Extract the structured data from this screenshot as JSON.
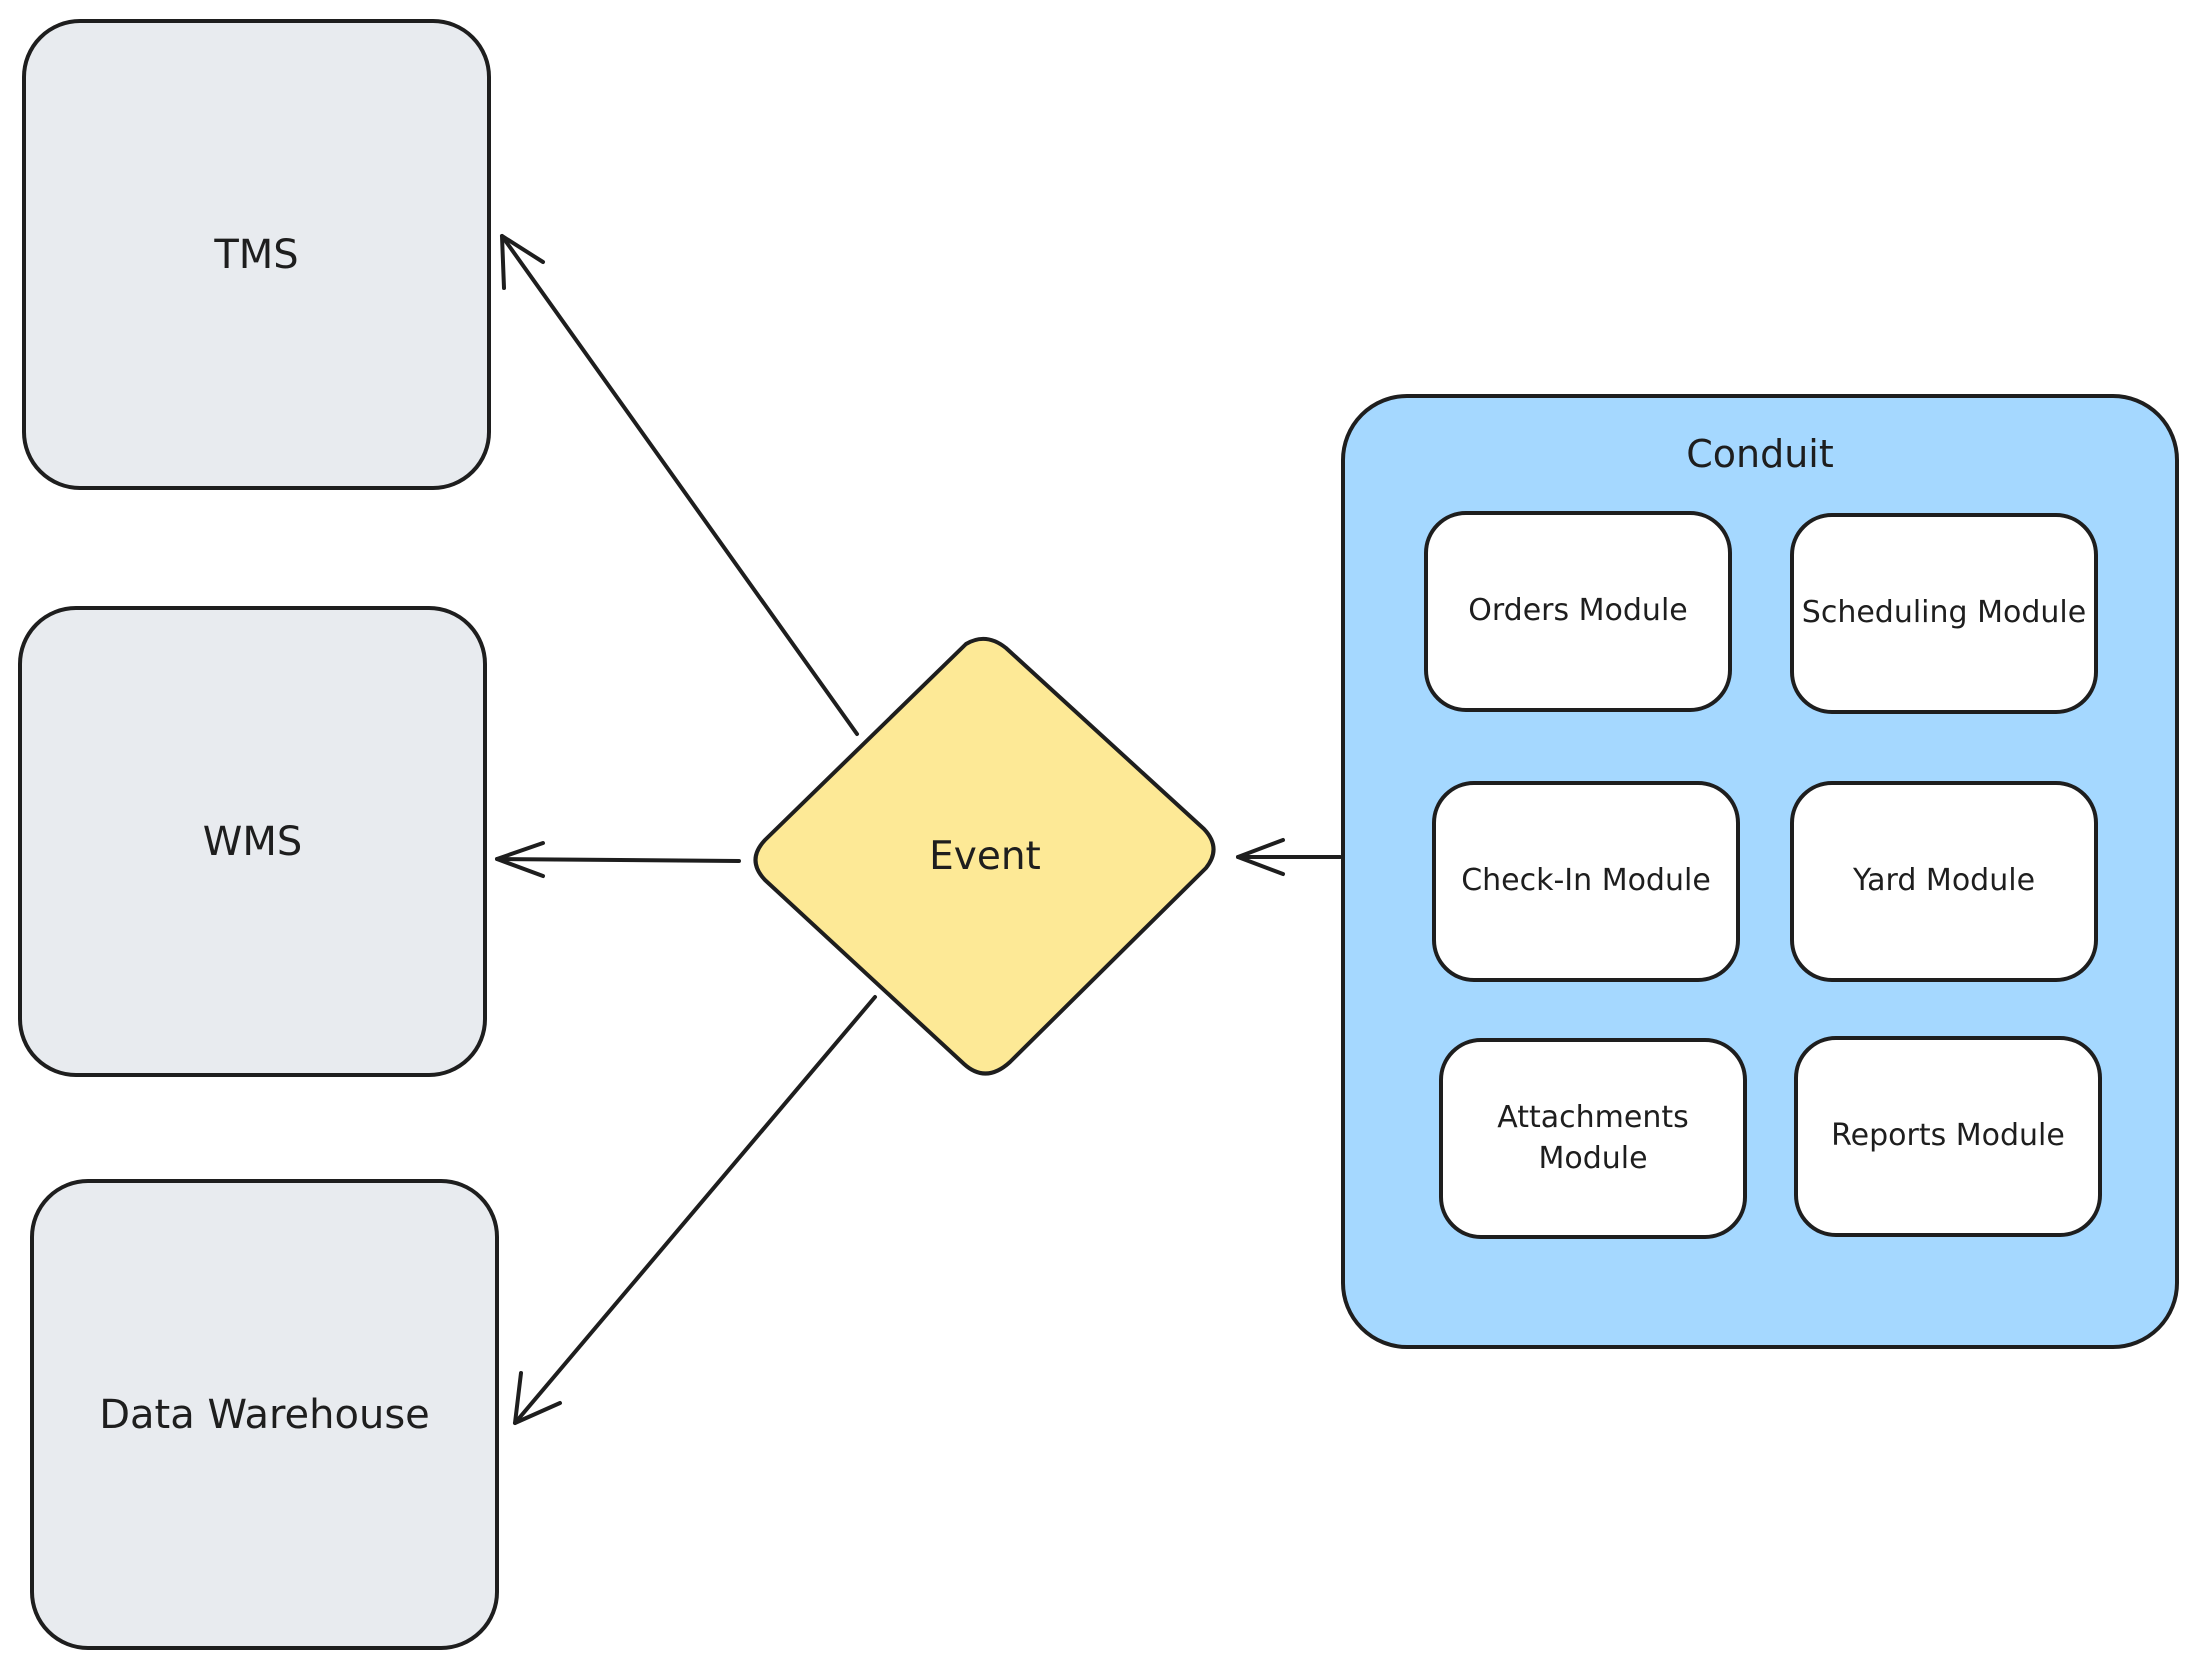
{
  "diagram": {
    "systems": [
      {
        "id": "tms",
        "label": "TMS"
      },
      {
        "id": "wms",
        "label": "WMS"
      },
      {
        "id": "data-warehouse",
        "label": "Data Warehouse"
      }
    ],
    "event": {
      "label": "Event"
    },
    "conduit": {
      "label": "Conduit",
      "modules": [
        {
          "id": "orders",
          "label": "Orders Module"
        },
        {
          "id": "scheduling",
          "label": "Scheduling Module"
        },
        {
          "id": "check-in",
          "label": "Check-In Module"
        },
        {
          "id": "yard",
          "label": "Yard Module"
        },
        {
          "id": "attachments",
          "label": "Attachments\nModule"
        },
        {
          "id": "reports",
          "label": "Reports Module"
        }
      ]
    },
    "edges": [
      {
        "from": "conduit",
        "to": "event"
      },
      {
        "from": "event",
        "to": "tms"
      },
      {
        "from": "event",
        "to": "wms"
      },
      {
        "from": "event",
        "to": "data-warehouse"
      }
    ],
    "colors": {
      "system_fill": "#e8ebef",
      "event_fill": "#fde996",
      "conduit_fill": "#a5d8ff",
      "module_fill": "#ffffff",
      "stroke": "#1e1e1e"
    }
  }
}
